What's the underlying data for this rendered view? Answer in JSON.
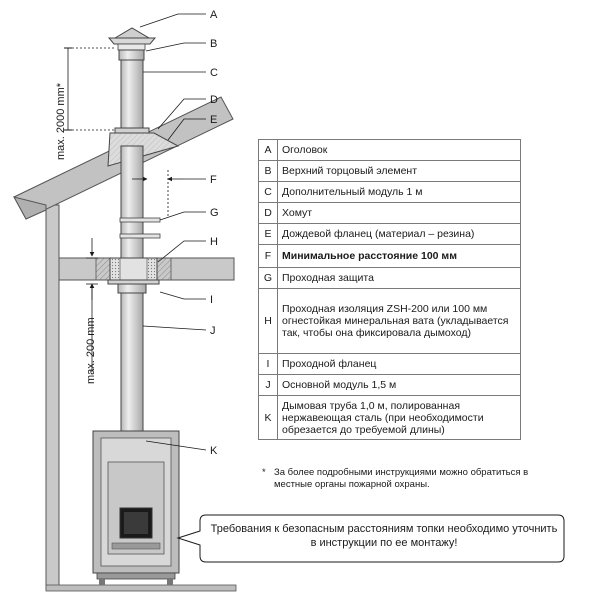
{
  "dimensions": {
    "top": "max. 2000 mm*",
    "floor": "max. 200 mm"
  },
  "letters": [
    "A",
    "B",
    "C",
    "D",
    "E",
    "F",
    "G",
    "H",
    "I",
    "J",
    "K"
  ],
  "legend": [
    {
      "key": "A",
      "text": "Оголовок",
      "bold": false
    },
    {
      "key": "B",
      "text": "Верхний торцовый элемент",
      "bold": false
    },
    {
      "key": "C",
      "text": "Дополнительный модуль 1 м",
      "bold": false
    },
    {
      "key": "D",
      "text": "Хомут",
      "bold": false
    },
    {
      "key": "E",
      "text": "Дождевой фланец (материал – резина)",
      "bold": false
    },
    {
      "key": "F",
      "text": "Минимальное расстояние 100 мм",
      "bold": true
    },
    {
      "key": "G",
      "text": "Проходная защита",
      "bold": false
    },
    {
      "key": "H",
      "text": "Проходная изоляция ZSH-200 или 100 мм огнестойкая минеральная вата (укладывается так, чтобы она фиксировала дымоход)",
      "bold": false
    },
    {
      "key": "I",
      "text": "Проходной фланец",
      "bold": false
    },
    {
      "key": "J",
      "text": "Основной модуль 1,5 м",
      "bold": false
    },
    {
      "key": "K",
      "text": "Дымовая труба 1,0 м, полированная нержавеющая сталь (при необходимости обрезается до требуемой длины)",
      "bold": false
    }
  ],
  "footnote": {
    "star": "*",
    "text": "За более подробными инструкциями можно обратиться в местные органы пожарной охраны."
  },
  "callout": "Требования к безопасным расстояниям топки необходимо уточнить в инструкции по ее монтажу!"
}
